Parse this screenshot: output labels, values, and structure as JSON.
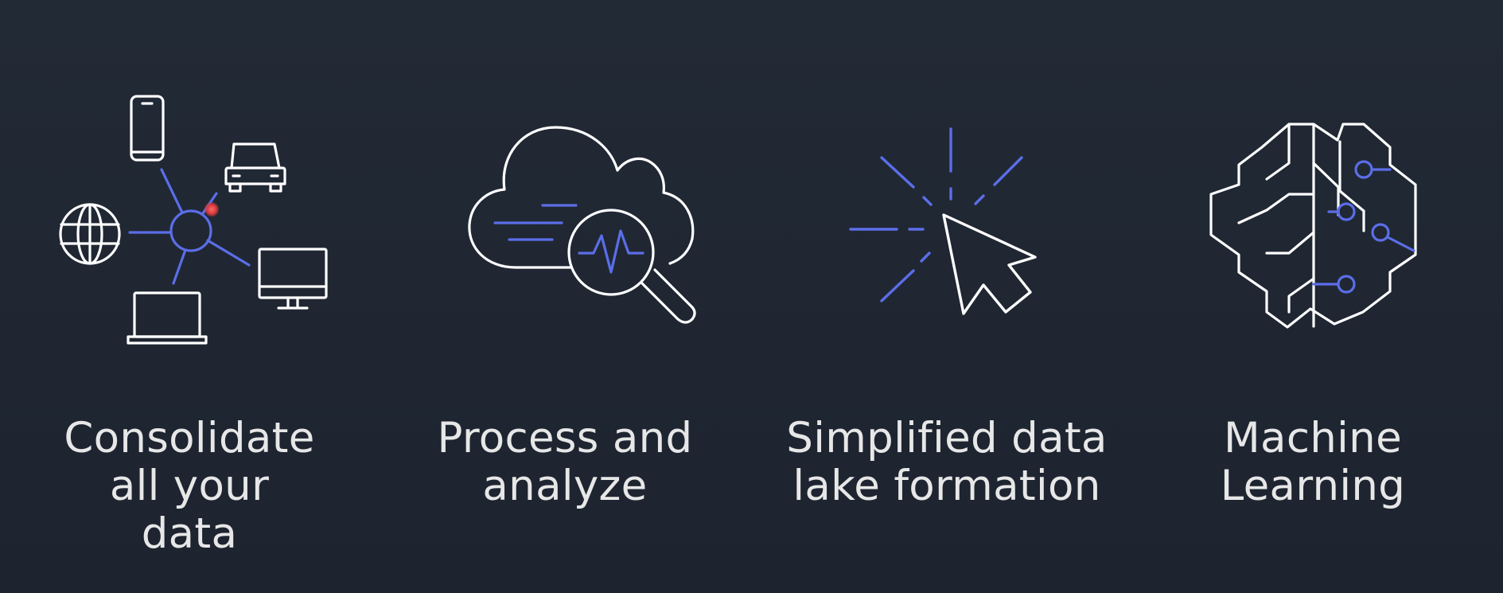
{
  "slide": {
    "background": "#1f2733",
    "features": [
      {
        "id": "consolidate",
        "label_lines": [
          "Consolidate",
          "all your",
          "data"
        ],
        "icon": "data-sources-hub-icon"
      },
      {
        "id": "process",
        "label_lines": [
          "Process and",
          "analyze"
        ],
        "icon": "cloud-analytics-icon"
      },
      {
        "id": "lake",
        "label_lines": [
          "Simplified data",
          "lake formation"
        ],
        "icon": "cursor-click-icon"
      },
      {
        "id": "ml",
        "label_lines": [
          "Machine",
          "Learning"
        ],
        "icon": "brain-circuit-icon"
      }
    ]
  },
  "colors": {
    "line_white": "#ffffff",
    "accent_blue": "#5b6ee8",
    "label_text": "#e7e7e7"
  }
}
